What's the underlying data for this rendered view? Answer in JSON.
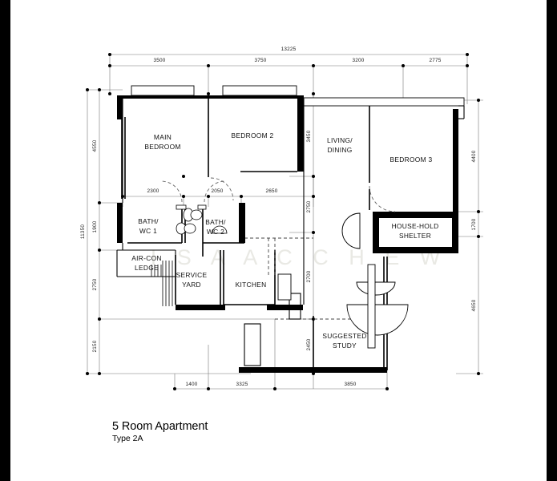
{
  "drawing": {
    "title": "5 Room Apartment",
    "subtitle": "Type 2A",
    "watermark": "I S A A C   C H E W",
    "background": "#ffffff",
    "frame_color": "#000000",
    "line_color": "#000000",
    "wall_fill": "#000000",
    "dim_color": "#1a1a1a"
  },
  "rooms": [
    {
      "id": "main-bedroom",
      "label_line1": "MAIN",
      "label_line2": "BEDROOM"
    },
    {
      "id": "bedroom-2",
      "label_line1": "BEDROOM 2",
      "label_line2": ""
    },
    {
      "id": "living-dining",
      "label_line1": "LIVING/",
      "label_line2": "DINING"
    },
    {
      "id": "bedroom-3",
      "label_line1": "BEDROOM 3",
      "label_line2": ""
    },
    {
      "id": "bath-wc-1",
      "label_line1": "BATH/",
      "label_line2": "WC 1"
    },
    {
      "id": "bath-wc-2",
      "label_line1": "BATH/",
      "label_line2": "WC 2"
    },
    {
      "id": "household-shelter",
      "label_line1": "HOUSE-HOLD",
      "label_line2": "SHELTER"
    },
    {
      "id": "air-con-ledge",
      "label_line1": "AIR-CON",
      "label_line2": "LEDGE"
    },
    {
      "id": "service-yard",
      "label_line1": "SERVICE",
      "label_line2": "YARD"
    },
    {
      "id": "kitchen",
      "label_line1": "KITCHEN",
      "label_line2": ""
    },
    {
      "id": "suggested-study",
      "label_line1": "SUGGESTED",
      "label_line2": "STUDY"
    }
  ],
  "dimensions": {
    "top_overall": "13225",
    "top_segments": [
      "3500",
      "3750",
      "3200",
      "2775"
    ],
    "left_overall": "11350",
    "left_segments": [
      "4550",
      "1900",
      "2750",
      "2150"
    ],
    "right_segments": [
      "4400",
      "1700",
      "4650"
    ],
    "middle_vertical": [
      "3450",
      "2750",
      "2700",
      "2450"
    ],
    "middle_horizontal": [
      "2300",
      "2050",
      "2650"
    ],
    "bottom_segments": [
      "1400",
      "3325",
      "3850"
    ]
  }
}
